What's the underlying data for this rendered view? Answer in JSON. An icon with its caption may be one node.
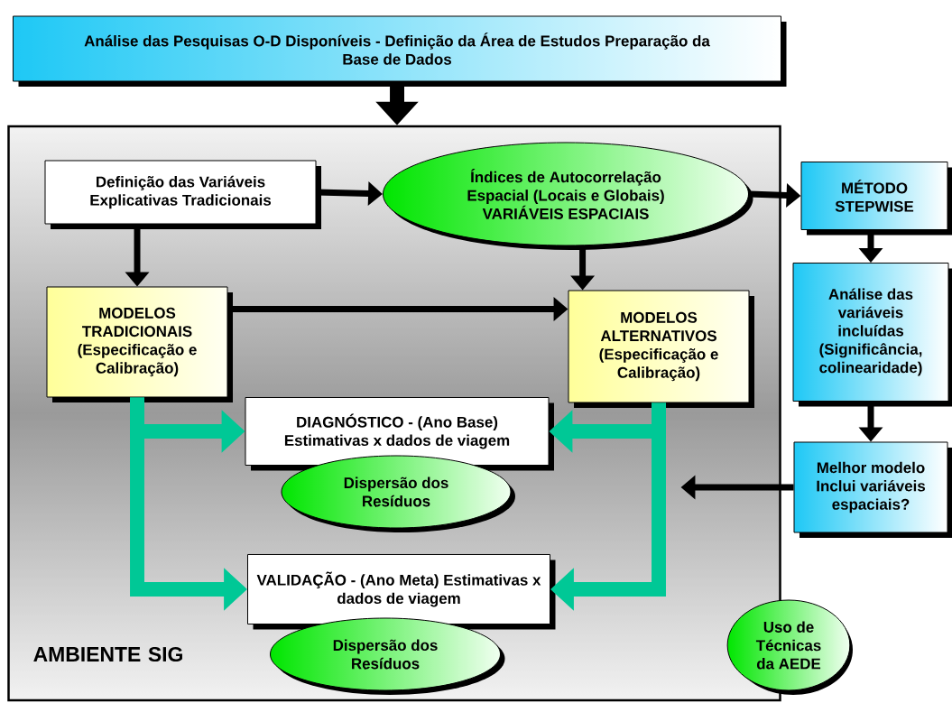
{
  "diagram": {
    "nodes": [
      {
        "text": [
          "Análise das Pesquisas O-D Disponíveis - Definição da Área de Estudos Preparação da Base de Dados"
        ]
      },
      {
        "text": [
          "AMBIENTE SIG"
        ]
      },
      {
        "text": [
          "Definição das Variáveis Explicativas Tradicionais"
        ],
        "in": 1
      },
      {
        "text": [
          "Índices de Autocorrelação Espacial (Locais e Globais) VARIÁVEIS ESPACIAIS"
        ],
        "in": 1
      },
      {
        "text": [
          "MÉTODO STEPWISE"
        ]
      },
      {
        "text": [
          "MODELOS TRADICIONAIS (Especificação e Calibração)"
        ],
        "in": 1
      },
      {
        "text": [
          "MODELOS ALTERNATIVOS (Especificação e Calibração)"
        ],
        "in": 1
      },
      {
        "text": [
          "Análise das variáveis incluídas (Significância, colinearidade)"
        ]
      },
      {
        "text": [
          "DIAGNÓSTICO - (Ano Base) Estimativas x dados de viagem"
        ],
        "in": 1
      },
      {
        "text": [
          "Dispersão dos Resíduos"
        ],
        "in": 1
      },
      {
        "text": [
          "Melhor modelo Inclui variáveis espaciais?"
        ]
      },
      {
        "text": [
          "VALIDAÇÃO - (Ano Meta) Estimativas x dados de viagem"
        ],
        "in": 1
      },
      {
        "text": [
          "Dispersão dos Resíduos"
        ],
        "in": 1
      },
      {
        "text": [
          "Uso de Técnicas da AEDE"
        ]
      }
    ],
    "edges": [
      {
        "from": 0,
        "to": 1,
        "arrow": "to",
        "style": "thick"
      },
      {
        "from": 2,
        "to": 3,
        "arrow": "to"
      },
      {
        "from": 2,
        "to": 5,
        "arrow": "to"
      },
      {
        "from": 3,
        "to": 4,
        "arrow": "to"
      },
      {
        "from": 3,
        "to": 6,
        "arrow": "to"
      },
      {
        "from": 5,
        "to": 6,
        "arrow": "to"
      },
      {
        "from": 4,
        "to": 7,
        "arrow": "to"
      },
      {
        "from": 7,
        "to": 10,
        "arrow": "to"
      },
      {
        "from": 5,
        "to": 8,
        "arrow": "to",
        "style": "thick",
        "color": "#00c896"
      },
      {
        "from": 5,
        "to": 11,
        "arrow": "to",
        "style": "thick",
        "color": "#00c896"
      },
      {
        "from": 6,
        "to": 8,
        "arrow": "to",
        "style": "thick",
        "color": "#00c896"
      },
      {
        "from": 6,
        "to": 11,
        "arrow": "to",
        "style": "thick",
        "color": "#00c896"
      },
      {
        "from": 10,
        "to": null,
        "arrow": "to"
      }
    ]
  }
}
